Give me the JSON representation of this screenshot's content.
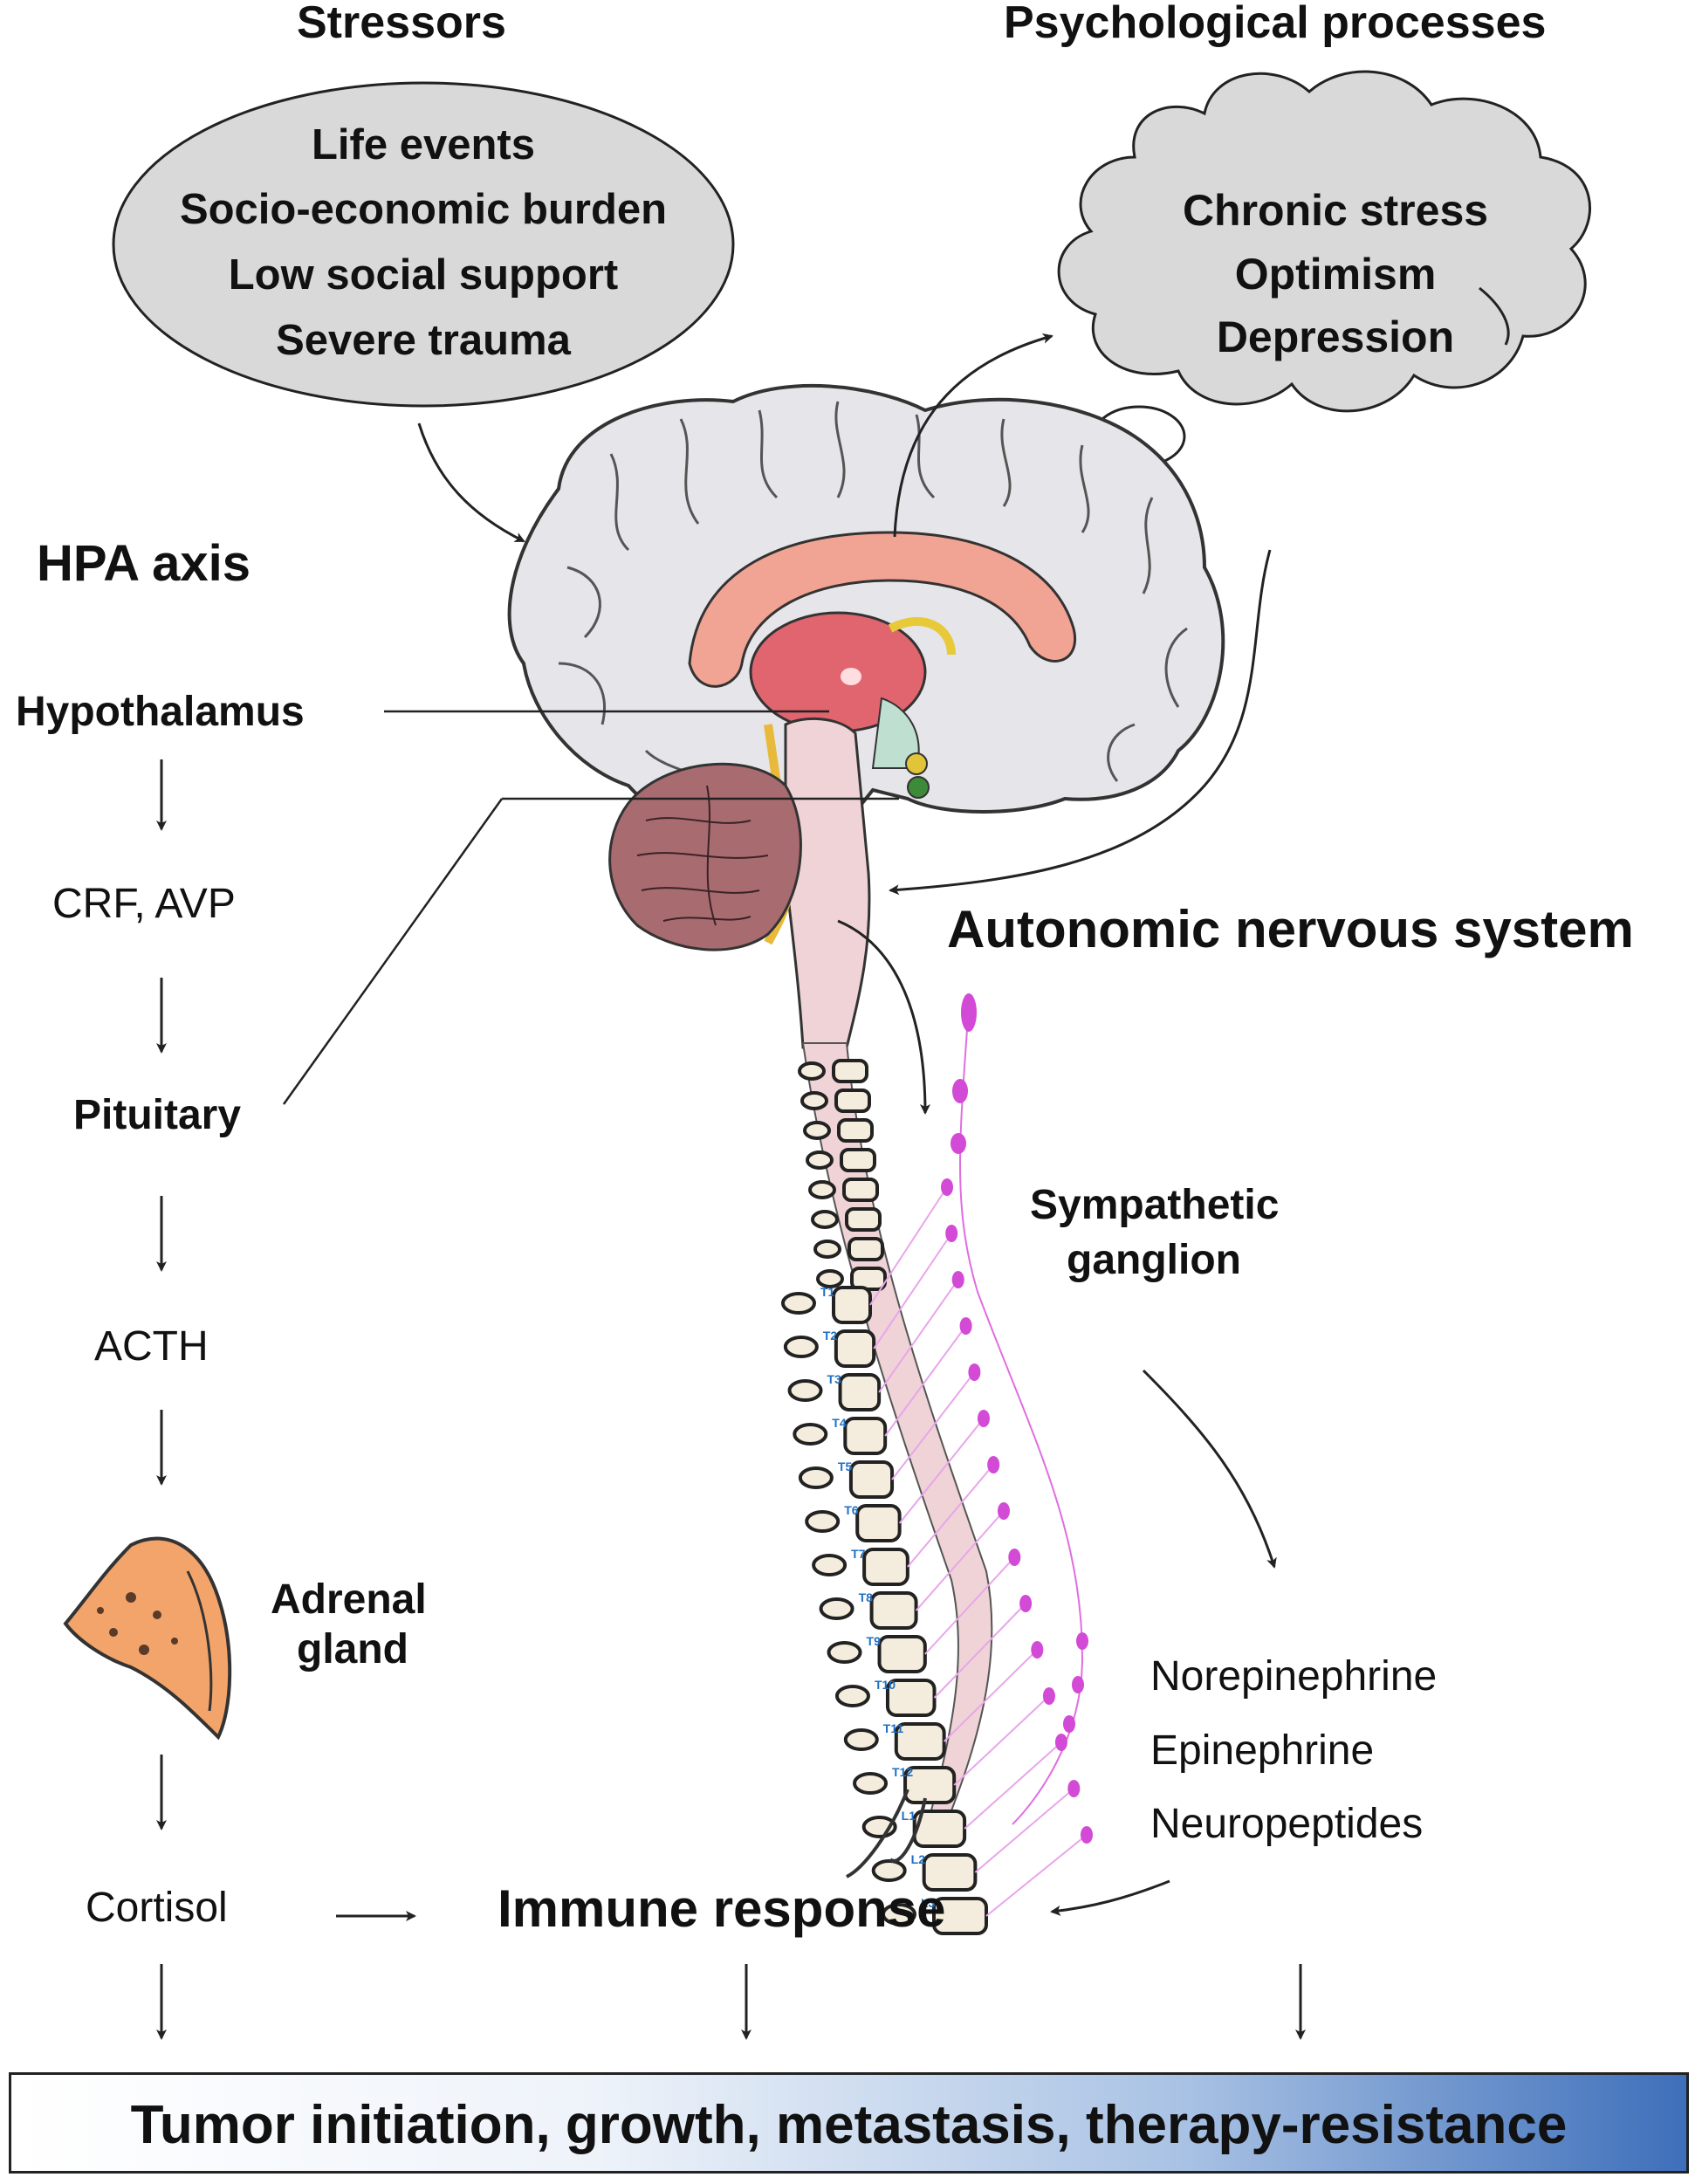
{
  "headers": {
    "stressors": "Stressors",
    "psychological": "Psychological processes"
  },
  "stressors": [
    "Life events",
    "Socio-economic burden",
    "Low social support",
    "Severe trauma"
  ],
  "psychological": [
    "Chronic stress",
    "Optimism",
    "Depression"
  ],
  "hpa": {
    "title": "HPA axis",
    "hypothalamus": "Hypothalamus",
    "crf_avp": "CRF, AVP",
    "pituitary": "Pituitary",
    "acth": "ACTH",
    "adrenal_line1": "Adrenal",
    "adrenal_line2": "gland",
    "cortisol": "Cortisol"
  },
  "ans": {
    "title": "Autonomic nervous system",
    "ganglion_line1": "Sympathetic",
    "ganglion_line2": "ganglion",
    "mediators": [
      "Norepinephrine",
      "Epinephrine",
      "Neuropeptides"
    ]
  },
  "vertebrae": [
    "T1",
    "T2",
    "T3",
    "T4",
    "T5",
    "T6",
    "T7",
    "T8",
    "T9",
    "T10",
    "T11",
    "T12",
    "L1",
    "L2",
    "L3"
  ],
  "immune": "Immune response",
  "outcome": "Tumor initiation, growth, metastasis, therapy-resistance",
  "colors": {
    "ellipse_fill": "#d9d9d9",
    "cloud_fill": "#d9d9d9",
    "brain_fill": "#e6e6ea",
    "cerebellum": "#a86b70",
    "adrenal": "#f2a46a",
    "ganglion": "#d24ad6",
    "vertebra_label": "#1f6fc5",
    "bar_start": "#ffffff",
    "bar_end": "#3e6fba"
  }
}
